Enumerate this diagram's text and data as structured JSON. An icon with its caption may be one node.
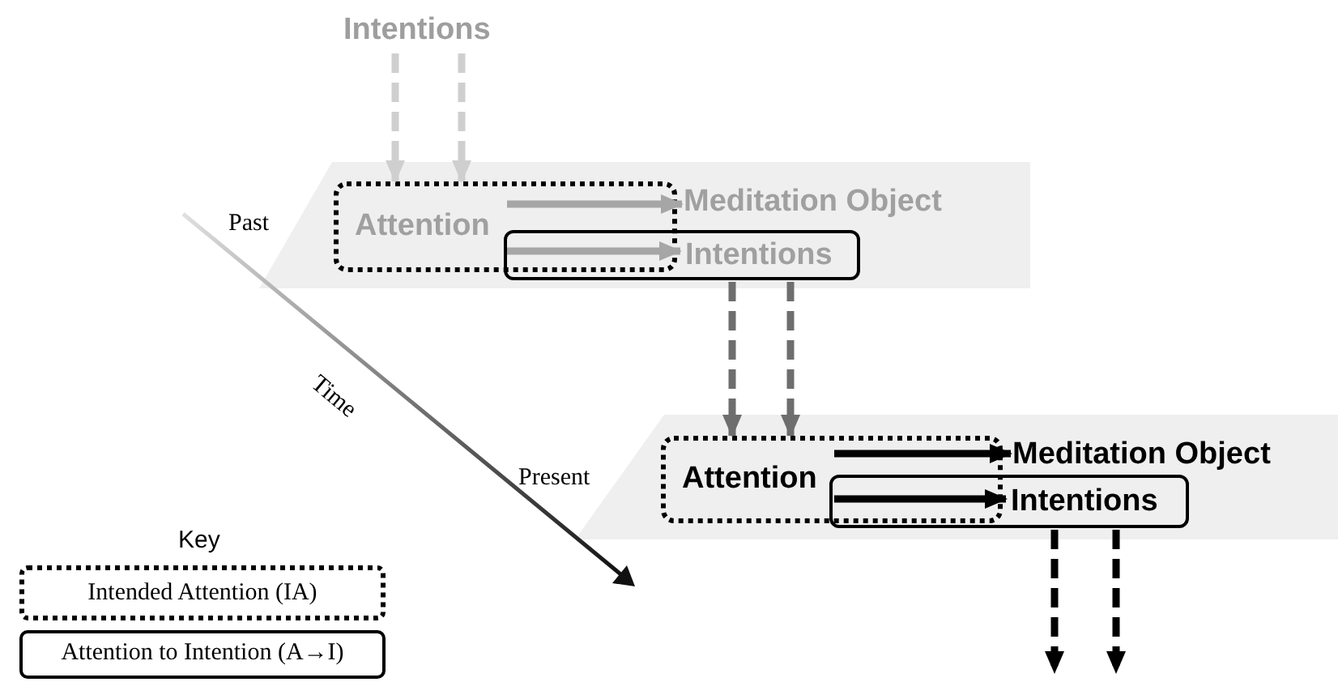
{
  "diagram": {
    "nodes": [
      {
        "text": [
          "Intentions"
        ]
      },
      {
        "text": [],
        "shape": "band"
      },
      {
        "text": [
          "Attention"
        ],
        "in": 1
      },
      {
        "text": [
          "Meditation Object"
        ],
        "in": 1
      },
      {
        "text": [
          "Intentions"
        ],
        "in": 1
      },
      {
        "text": [],
        "shape": "band"
      },
      {
        "text": [
          "Attention"
        ],
        "in": 5
      },
      {
        "text": [
          "Meditation Object"
        ],
        "in": 5
      },
      {
        "text": [
          "Intentions"
        ],
        "in": 5
      }
    ],
    "edges": [
      {
        "from": 0,
        "to": 2,
        "arrow": "to",
        "style": "dashed",
        "color": "#cfcfcf"
      },
      {
        "from": 0,
        "to": 2,
        "arrow": "to",
        "style": "dashed",
        "color": "#cfcfcf"
      },
      {
        "from": 2,
        "to": 3,
        "arrow": "to",
        "color": "#a6a6a6"
      },
      {
        "from": 2,
        "to": 4,
        "arrow": "to",
        "color": "#a6a6a6"
      },
      {
        "from": 4,
        "to": 6,
        "arrow": "to",
        "style": "dashed",
        "color": "#6e6e6e"
      },
      {
        "from": 4,
        "to": 6,
        "arrow": "to",
        "style": "dashed",
        "color": "#6e6e6e"
      },
      {
        "from": 6,
        "to": 7,
        "arrow": "to"
      },
      {
        "from": 6,
        "to": 8,
        "arrow": "to"
      },
      {
        "from": 8,
        "to": null,
        "arrow": "to",
        "style": "dashed"
      },
      {
        "from": 8,
        "to": null,
        "arrow": "to",
        "style": "dashed"
      }
    ],
    "labels": [
      "Past",
      "Time",
      "Present",
      "Key"
    ],
    "legend": [
      {
        "text": "Intended Attention (IA)"
      },
      {
        "text": "Attention to Intention (A→I)"
      }
    ]
  }
}
